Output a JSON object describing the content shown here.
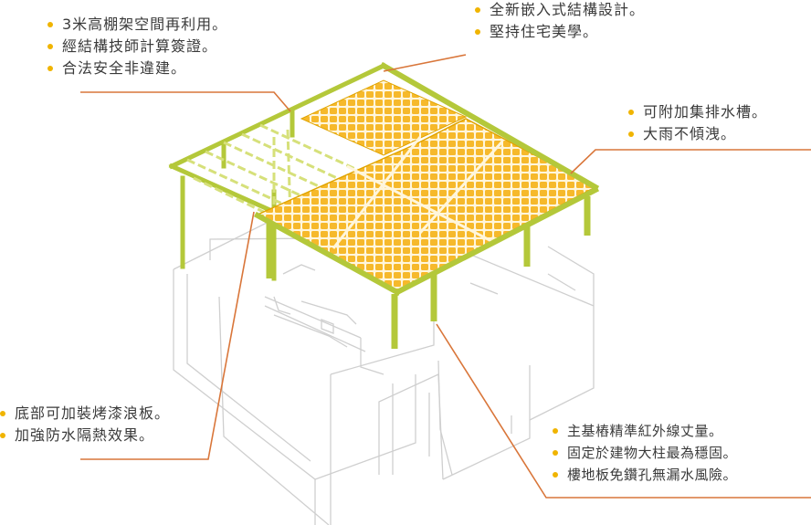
{
  "colors": {
    "accent_bullet": "#f0b400",
    "leader_line": "#d9763a",
    "frame_green": "#b4c83a",
    "panel_yellow": "#f6b92b",
    "outline_gray": "#cfcfcf"
  },
  "callouts": {
    "top_left": [
      "3米高棚架空間再利用。",
      "經結構技師計算簽證。",
      "合法安全非違建。"
    ],
    "top_center": [
      "全新嵌入式結構設計。",
      "堅持住宅美學。"
    ],
    "right": [
      "可附加集排水槽。",
      "大雨不傾洩。"
    ],
    "bottom_left": [
      "底部可加裝烤漆浪板。",
      "加強防水隔熱效果。"
    ],
    "bottom_right": [
      "主基樁精準紅外線丈量。",
      "固定於建物大柱最為穩固。",
      "樓地板免鑽孔無漏水風險。"
    ]
  }
}
